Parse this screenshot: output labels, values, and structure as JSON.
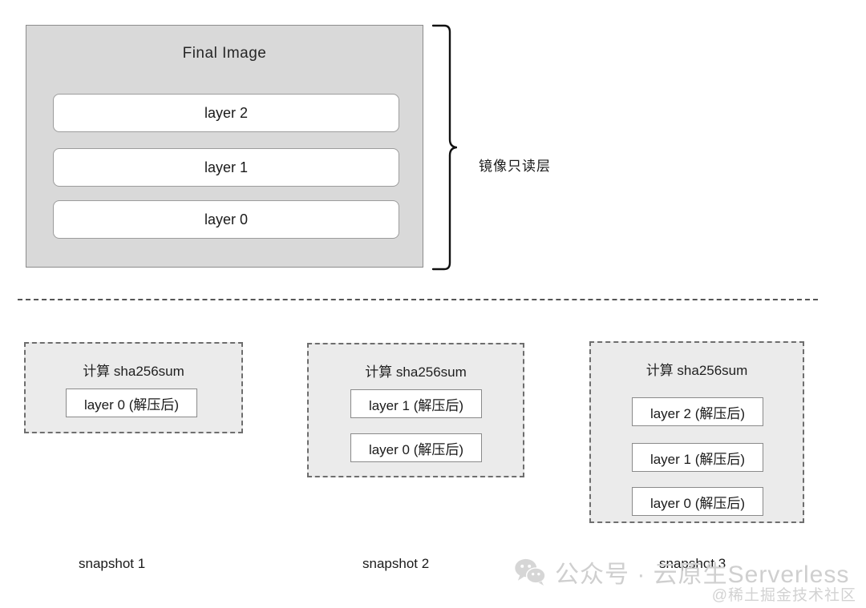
{
  "diagram": {
    "final_image": {
      "title": "Final  Image",
      "layers": [
        {
          "label": "layer 2"
        },
        {
          "label": "layer 1"
        },
        {
          "label": "layer 0"
        }
      ],
      "brace_caption": "镜像只读层",
      "box_color": "#d9d9d9",
      "layer_color": "#ffffff"
    },
    "snapshots": [
      {
        "title": "计算 sha256sum",
        "layers": [
          {
            "label": "layer 0 (解压后)"
          }
        ],
        "caption": "snapshot 1"
      },
      {
        "title": "计算 sha256sum",
        "layers": [
          {
            "label": "layer 1 (解压后)"
          },
          {
            "label": "layer 0 (解压后)"
          }
        ],
        "caption": "snapshot 2"
      },
      {
        "title": "计算 sha256sum",
        "layers": [
          {
            "label": "layer 2 (解压后)"
          },
          {
            "label": "layer 1 (解压后)"
          },
          {
            "label": "layer 0 (解压后)"
          }
        ],
        "caption": "snapshot 3"
      }
    ],
    "watermark": {
      "icon": "wechat-icon",
      "text": "公众号 · 云原生Serverless",
      "subtext": "@稀土掘金技术社区",
      "color": "#cfcfcf"
    }
  }
}
